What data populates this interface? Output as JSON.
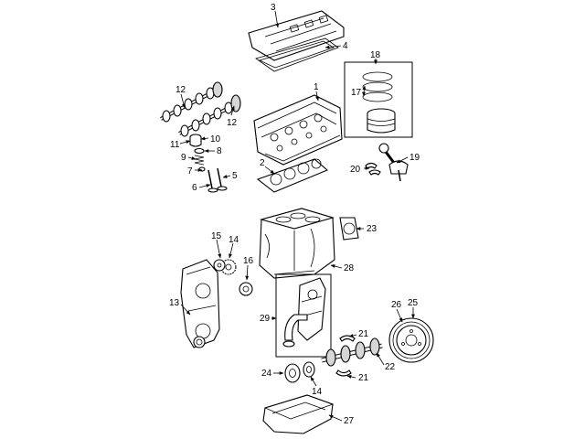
{
  "callouts": {
    "c1": "1",
    "c2": "2",
    "c3": "3",
    "c4": "4",
    "c5": "5",
    "c6": "6",
    "c7": "7",
    "c8": "8",
    "c9": "9",
    "c10": "10",
    "c11": "11",
    "c12a": "12",
    "c12b": "12",
    "c13": "13",
    "c14a": "14",
    "c14b": "14",
    "c15": "15",
    "c16": "16",
    "c17": "17",
    "c18": "18",
    "c19": "19",
    "c20": "20",
    "c21a": "21",
    "c21b": "21",
    "c22": "22",
    "c23": "23",
    "c24": "24",
    "c25": "25",
    "c26": "26",
    "c27": "27",
    "c28": "28",
    "c29": "29"
  }
}
